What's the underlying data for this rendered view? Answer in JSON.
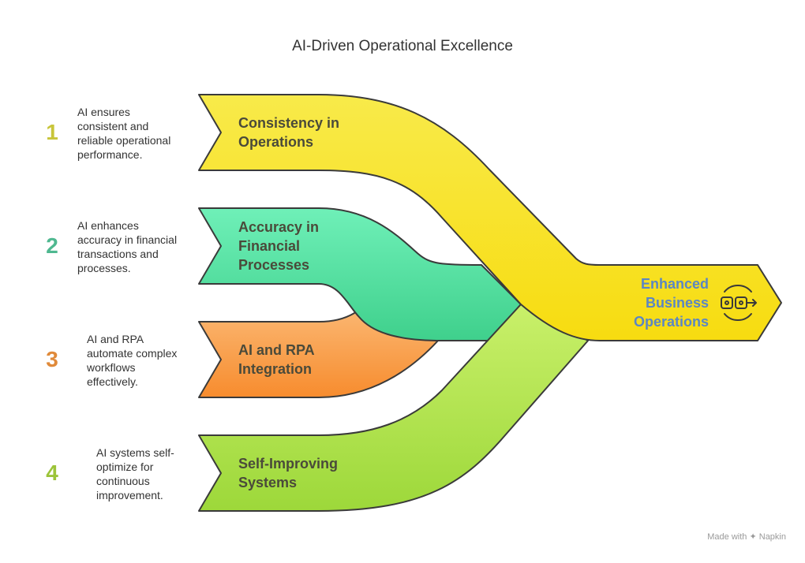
{
  "title": "AI-Driven Operational Excellence",
  "items": [
    {
      "number": "1",
      "label_line1": "Consistency in",
      "label_line2": "Operations",
      "label_line3": "",
      "description": [
        "AI ensures",
        "consistent and",
        "reliable operational",
        "performance."
      ],
      "color": "#f4e04a"
    },
    {
      "number": "2",
      "label_line1": "Accuracy in",
      "label_line2": "Financial",
      "label_line3": "Processes",
      "description": [
        "AI enhances",
        "accuracy in financial",
        "transactions and",
        "processes."
      ],
      "color": "#4dd9a0"
    },
    {
      "number": "3",
      "label_line1": "AI and RPA",
      "label_line2": "Integration",
      "label_line3": "",
      "description": [
        "AI and RPA",
        "automate complex",
        "workflows",
        "effectively."
      ],
      "color": "#f7a04e"
    },
    {
      "number": "4",
      "label_line1": "Self-Improving",
      "label_line2": "Systems",
      "label_line3": "",
      "description": [
        "AI systems self-",
        "optimize for",
        "continuous",
        "improvement."
      ],
      "color": "#a6d94a"
    }
  ],
  "output": {
    "line1": "Enhanced",
    "line2": "Business",
    "line3": "Operations",
    "icon": "link-chain-icon",
    "color": "#f7e01a"
  },
  "number_colors": [
    "#c8c53a",
    "#4fb890",
    "#e08a3a",
    "#9cc43a"
  ],
  "footer": {
    "prefix": "Made with",
    "brand": "Napkin"
  }
}
